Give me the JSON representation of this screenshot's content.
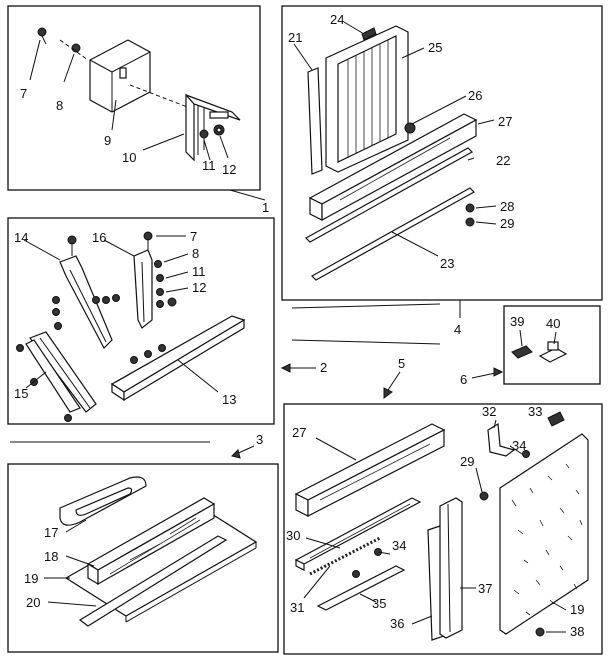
{
  "callouts": {
    "c1": "1",
    "c2": "2",
    "c3": "3",
    "c4": "4",
    "c5": "5",
    "c6": "6",
    "c7a": "7",
    "c7b": "7",
    "c8a": "8",
    "c8b": "8",
    "c9": "9",
    "c10": "10",
    "c11a": "11",
    "c11b": "11",
    "c12a": "12",
    "c12b": "12",
    "c13": "13",
    "c14": "14",
    "c15": "15",
    "c16": "16",
    "c17": "17",
    "c18": "18",
    "c19a": "19",
    "c19b": "19",
    "c20": "20",
    "c21": "21",
    "c22": "22",
    "c23": "23",
    "c24": "24",
    "c25": "25",
    "c26": "26",
    "c27a": "27",
    "c27b": "27",
    "c28": "28",
    "c29a": "29",
    "c29b": "29",
    "c30": "30",
    "c31": "31",
    "c32": "32",
    "c33": "33",
    "c34a": "34",
    "c34b": "34",
    "c35": "35",
    "c36": "36",
    "c37": "37",
    "c38": "38",
    "c39": "39",
    "c40": "40"
  }
}
